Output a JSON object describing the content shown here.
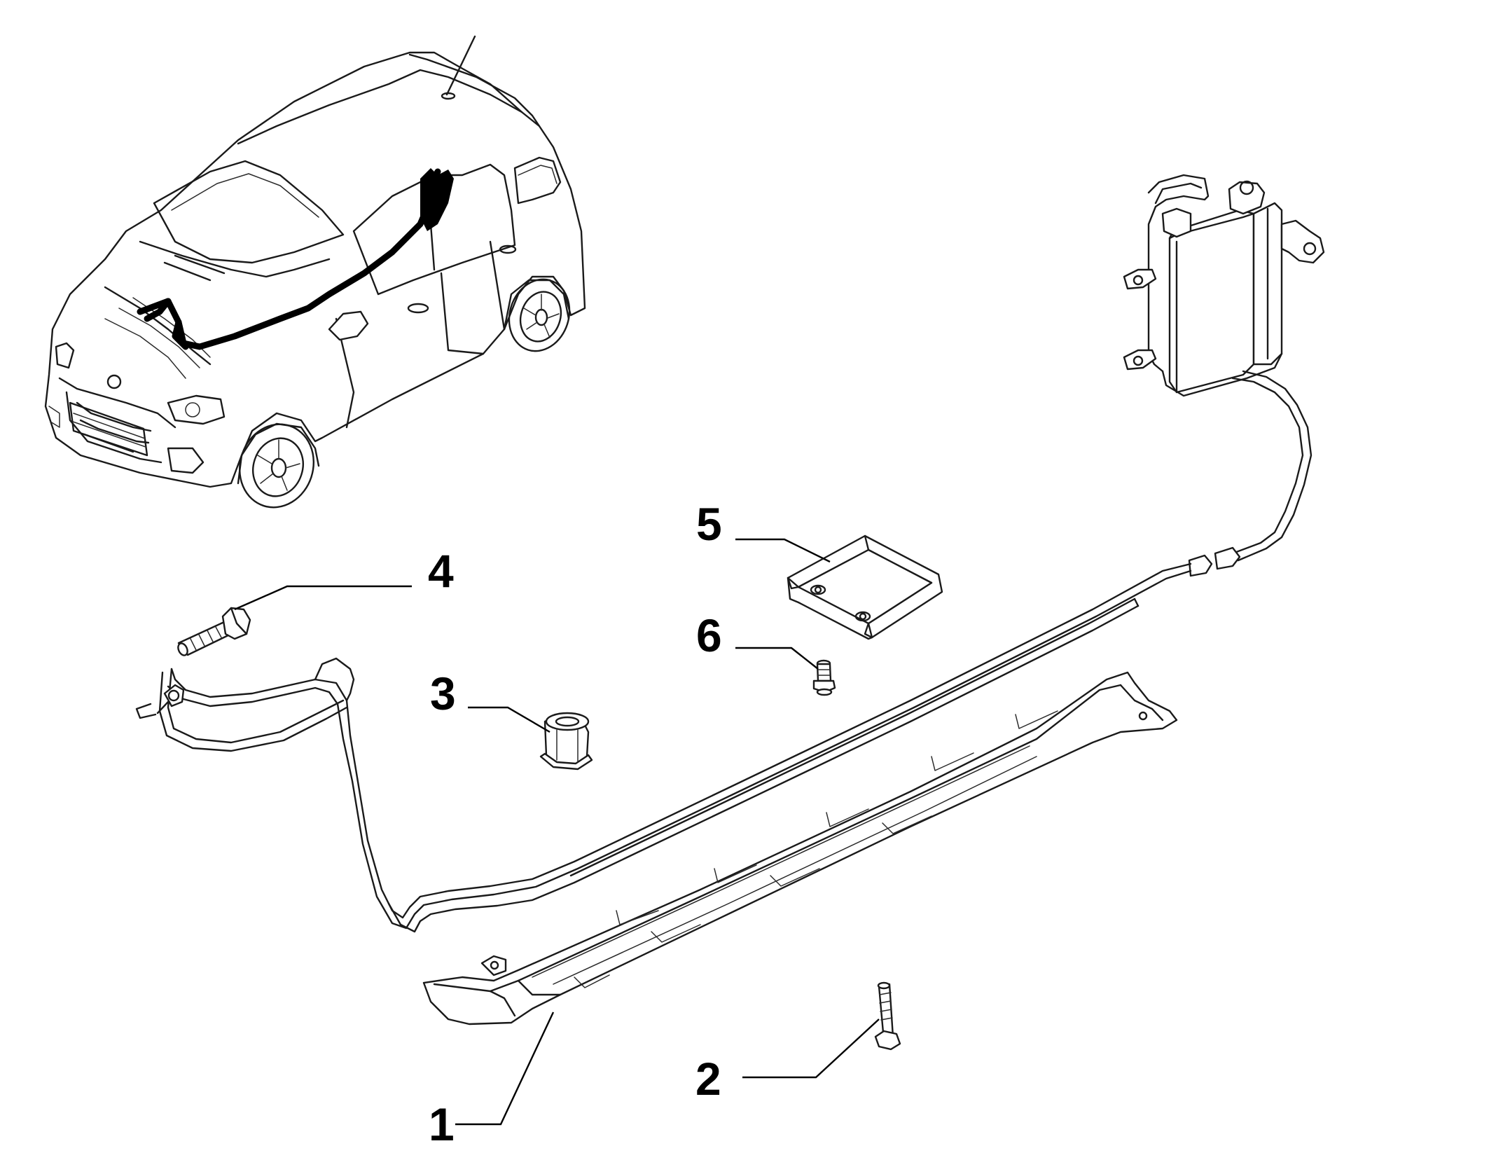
{
  "callouts": [
    {
      "id": "1",
      "label": "1"
    },
    {
      "id": "2",
      "label": "2"
    },
    {
      "id": "3",
      "label": "3"
    },
    {
      "id": "4",
      "label": "4"
    },
    {
      "id": "5",
      "label": "5"
    },
    {
      "id": "6",
      "label": "6"
    }
  ],
  "colors": {
    "line": "#1a1a1a",
    "background": "#ffffff",
    "harness": "#000000"
  }
}
